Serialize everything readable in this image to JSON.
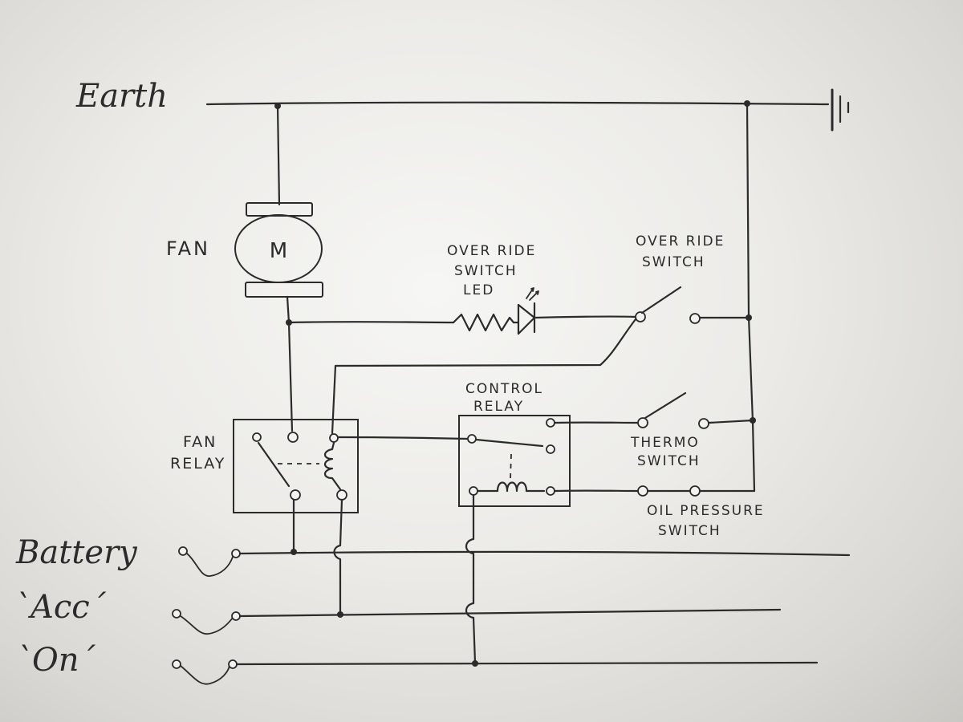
{
  "labels": {
    "earth": "Earth",
    "fan": "FAN",
    "override_led_line1": "OVER RIDE",
    "override_led_line2": "SWITCH",
    "override_led_line3": "LED",
    "override_switch_line1": "OVER RIDE",
    "override_switch_line2": "SWITCH",
    "fan_relay_line1": "FAN",
    "fan_relay_line2": "RELAY",
    "control_relay_line1": "CONTROL",
    "control_relay_line2": "RELAY",
    "thermo_line1": "THERMO",
    "thermo_line2": "SWITCH",
    "oil_line1": "OIL PRESSURE",
    "oil_line2": "SWITCH",
    "battery": "Battery",
    "acc": "`Acc´",
    "on": "`On´",
    "motor_symbol": "M"
  },
  "colors": {
    "ink": "#2b2b2b",
    "paper": "#f2f2f0"
  }
}
